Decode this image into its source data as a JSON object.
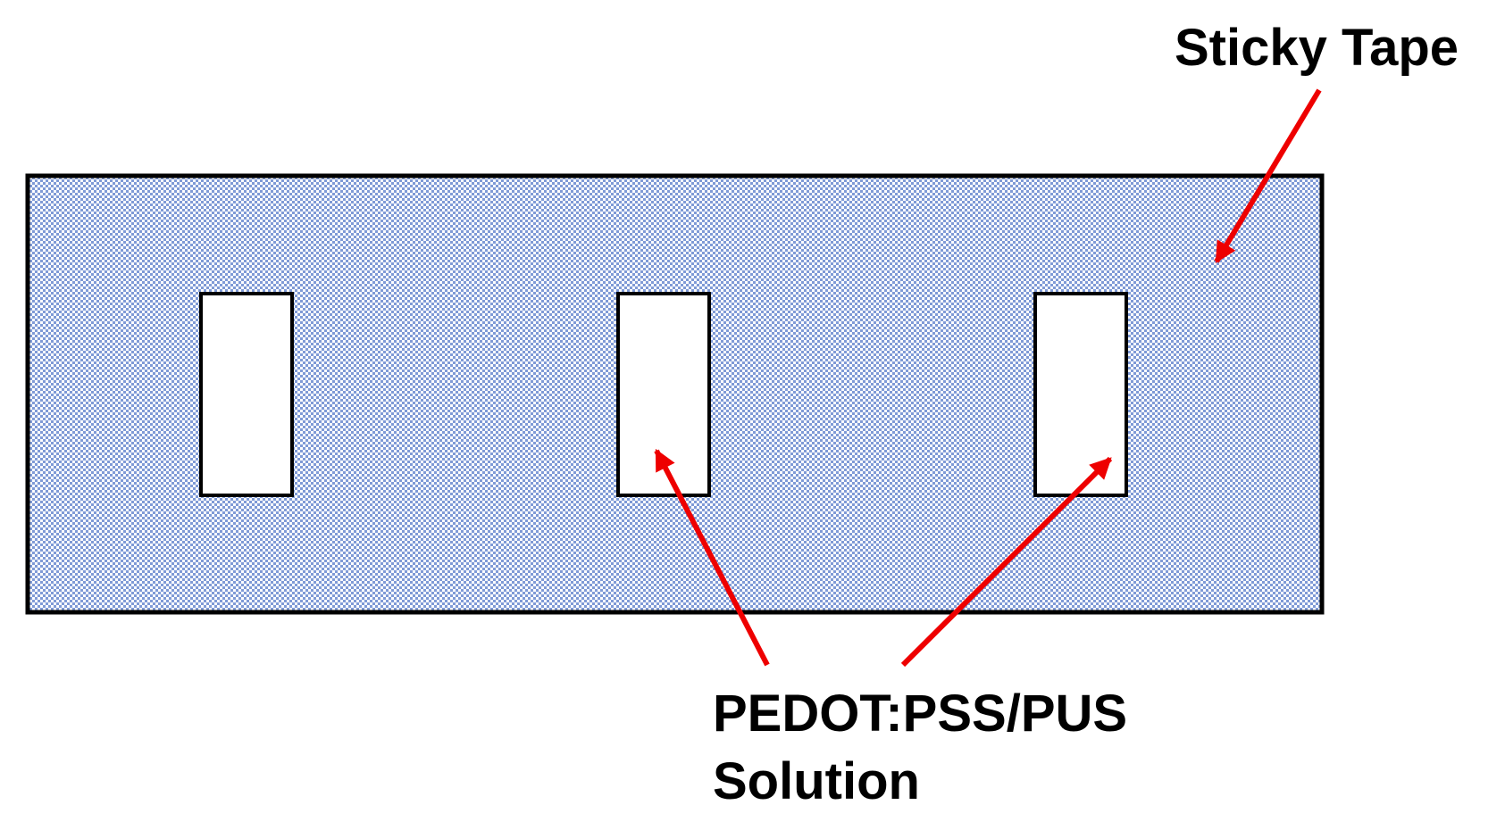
{
  "labels": {
    "tape": "Sticky Tape",
    "solution_line1": "PEDOT:PSS/PUS",
    "solution_line2": "Solution"
  },
  "colors": {
    "tape_fill_a": "#7f9ad6",
    "tape_fill_b": "#ffffff",
    "outline": "#000000",
    "arrow": "#ee0000",
    "window_fill": "#ffffff"
  }
}
